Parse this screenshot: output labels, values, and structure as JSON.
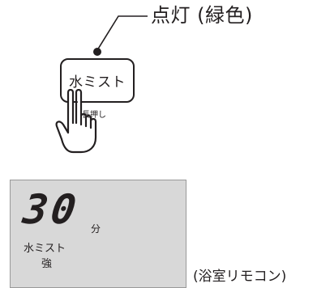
{
  "indicator": {
    "label": "点灯 (緑色)",
    "led_color": "#231f20"
  },
  "button": {
    "label": "水ミスト",
    "action_hint": "長押し"
  },
  "display": {
    "time_value": "30",
    "time_unit": "分",
    "mode": "水ミスト",
    "level": "強"
  },
  "caption": "(浴室リモコン)"
}
